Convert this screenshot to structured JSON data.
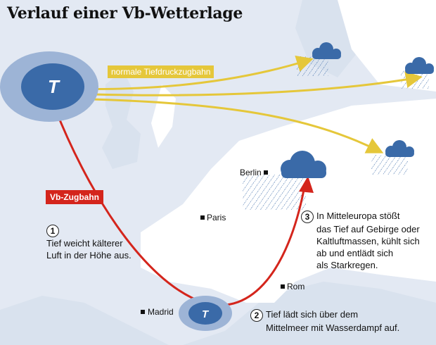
{
  "title": "Verlauf einer Vb-Wetterlage",
  "labels": {
    "normal_track": "normale Tiefdruckzugbahn",
    "vb_track": "Vb-Zugbahn",
    "low_symbol": "T"
  },
  "cities": [
    {
      "name": "Berlin"
    },
    {
      "name": "Paris"
    },
    {
      "name": "Rom"
    },
    {
      "name": "Madrid"
    }
  ],
  "steps": [
    {
      "number": "1",
      "text_line1": "Tief weicht kälterer",
      "text_line2": "Luft in der Höhe aus."
    },
    {
      "number": "2",
      "text_line1": "Tief lädt sich über dem",
      "text_line2": "Mittelmeer mit Wasserdampf auf."
    },
    {
      "number": "3",
      "text_line1": "In Mitteleuropa stößt",
      "text_line2": "das Tief auf Gebirge oder",
      "text_line3": "Kaltluftmassen, kühlt sich",
      "text_line4": "ab und entlädt sich",
      "text_line5": "als Starkregen."
    }
  ],
  "colors": {
    "sea": "#e3e9f3",
    "land": "#ffffff",
    "land_other": "#d9e2ee",
    "low_inner": "#3a6aa8",
    "low_outer": "#9db4d6",
    "normal_track": "#e5c73a",
    "vb_track": "#d4251c",
    "cloud": "#3a6aa8"
  }
}
